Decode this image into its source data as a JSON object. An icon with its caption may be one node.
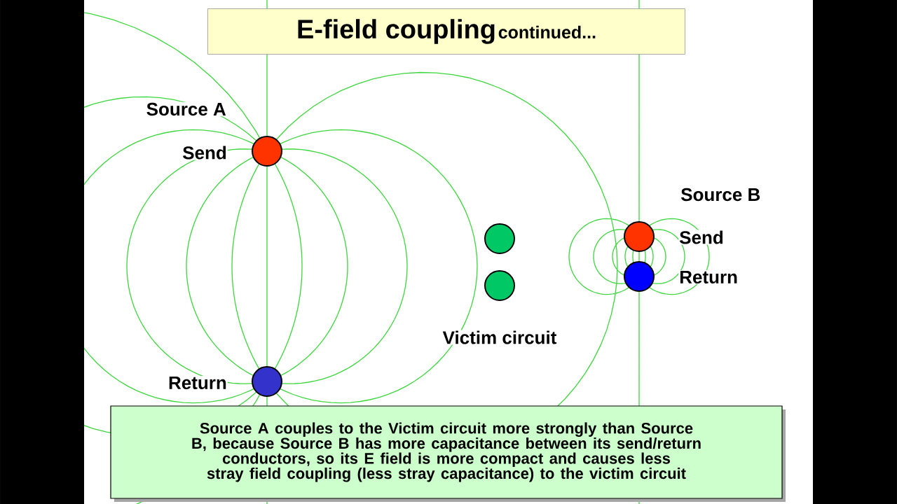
{
  "diagram": {
    "nodes": [
      {
        "text": [
          "E-field coupling",
          "continued..."
        ]
      },
      {
        "text": [],
        "shape": "circle",
        "beside": [
          "Send"
        ]
      },
      {
        "text": [],
        "shape": "circle",
        "beside": [
          "Return"
        ]
      },
      {
        "text": [],
        "shape": "circle"
      },
      {
        "text": [],
        "shape": "circle"
      },
      {
        "text": [],
        "shape": "circle",
        "beside": [
          "Send"
        ]
      },
      {
        "text": [],
        "shape": "circle",
        "beside": [
          "Return"
        ]
      },
      {
        "text": [
          "Source A couples to the Victim circuit more strongly than Source B, because Source B has more capacitance between its send/return conductors, so its E field is more compact and causes less stray field coupling (less stray capacitance) to the victim circuit"
        ]
      }
    ],
    "labels": [
      "Source A",
      "Victim circuit",
      "Source B"
    ]
  }
}
